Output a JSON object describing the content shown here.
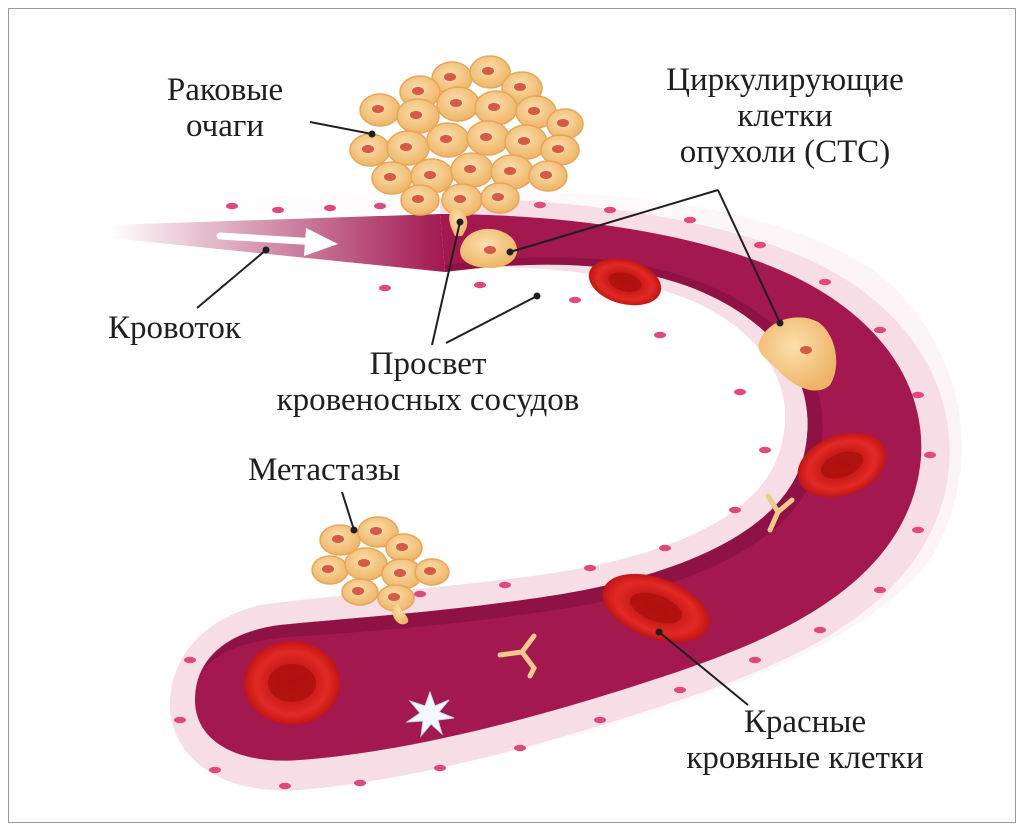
{
  "labels": {
    "cancer_foci": [
      "Раковые",
      "очаги"
    ],
    "ctc": [
      "Циркулирующие",
      "клетки",
      "опухоли (СТС)"
    ],
    "blood_flow": "Кровоток",
    "lumen": [
      "Просвет",
      "кровеносных сосудов"
    ],
    "metastases": "Метастазы",
    "red_blood_cells": [
      "Красные",
      "кровяные клетки"
    ]
  },
  "colors": {
    "vessel_wall": "#f6dde6",
    "vessel_lumen": "#a2184f",
    "vessel_lumen_dark": "#7e0f3b",
    "wall_dots": "#e0497f",
    "tumor_cell": "#f3c27a",
    "tumor_nucleus": "#d65a45",
    "rbc": "#d9201f",
    "leader_line": "#1f1f1f"
  },
  "icons": {
    "antibody": "y-shaped-antibody-icon",
    "platelet": "star-platelet-icon",
    "flow_arrow": "flow-arrow-icon"
  }
}
